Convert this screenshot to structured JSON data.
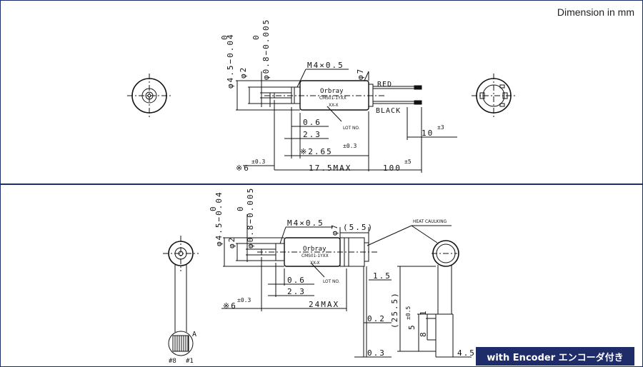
{
  "header": {
    "unit_note": "Dimension in mm"
  },
  "badge": {
    "label": "with Encoder エンコーダ付き"
  },
  "motor": {
    "brand": "Orbray",
    "model": "CMS01-1YXX",
    "variant": "XX-X"
  },
  "top_view": {
    "dims": {
      "d_45": "φ4.5−0.04",
      "d_45_tol": "0",
      "d_2": "φ2",
      "d_08": "φ0.8−0.005",
      "d_08_tol": "0",
      "thread": "M4×0.5",
      "d_7": "φ7",
      "red": "RED",
      "black": "BLACK",
      "d_06": "0.6",
      "d_23": "2.3",
      "d_265": "※2.65",
      "d_265_tol": "±0.3",
      "d_10": "10",
      "d_10_tol": "±3",
      "d_6": "※6",
      "d_6_tol": "±0.3",
      "len_max": "17.5MAX",
      "lead_len": "100",
      "lead_tol": "±5",
      "lot": "LOT NO."
    }
  },
  "bottom_view": {
    "dims": {
      "d_45": "φ4.5−0.04",
      "d_45_tol": "0",
      "d_2": "φ2",
      "d_08": "φ0.8−0.005",
      "d_08_tol": "0",
      "thread": "M4×0.5",
      "d_7": "φ7",
      "enc_len": "(5.5)",
      "heat": "HEAT CAULKING",
      "d_15": "1.5",
      "d_06": "0.6",
      "d_23": "2.3",
      "d_6": "※6",
      "d_6_tol": "±0.3",
      "len_max": "24MAX",
      "d_02": "0.2",
      "d_255": "(25.5)",
      "d_5": "5",
      "d_5_tol": "±0.5",
      "d_1": "1",
      "d_8": "8",
      "d_03": "0.3",
      "d_45w": "4.5",
      "pin_a": "A",
      "pin_8": "#8",
      "pin_1": "#1",
      "lot": "LOT NO."
    }
  }
}
